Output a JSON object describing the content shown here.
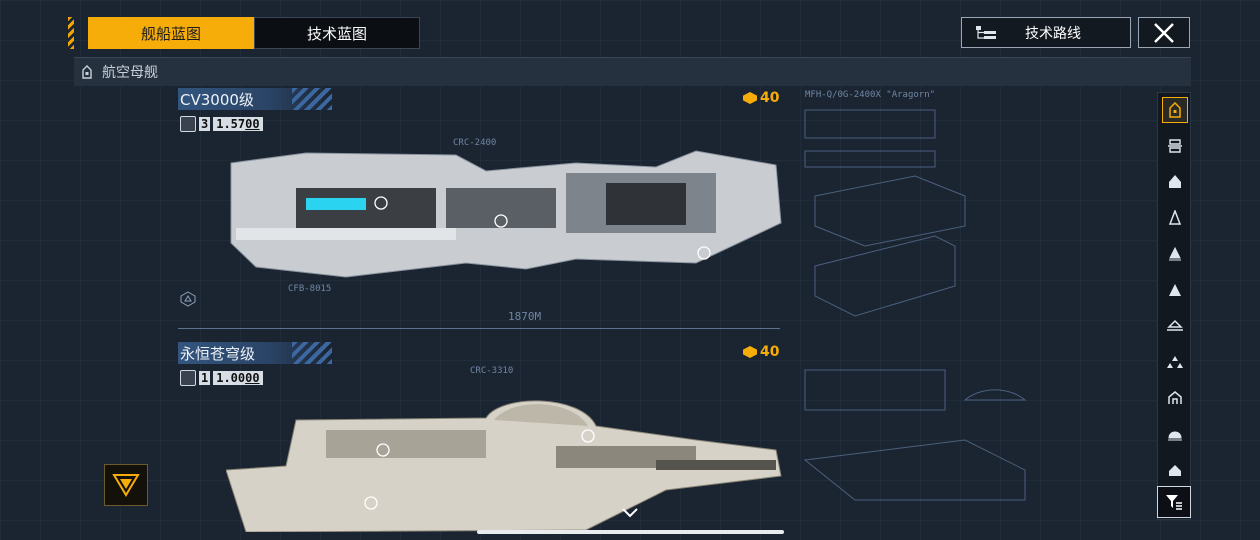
{
  "tabs": {
    "ship_blueprint": "舰船蓝图",
    "tech_blueprint": "技术蓝图"
  },
  "tech_route": {
    "label": "技术路线"
  },
  "category": {
    "label": "航空母舰"
  },
  "ships": [
    {
      "name": "CV3000级",
      "level": "3",
      "ratio": "1.57",
      "ratio_suffix": "00",
      "cost": "40",
      "annotations": {
        "top": "CRC-2400",
        "bottom": "CFB-8015",
        "length": "1870M",
        "right_head": "MFH-Q/0G-2400X \"Aragorn\""
      }
    },
    {
      "name": "永恒苍穹级",
      "level": "1",
      "ratio": "1.00",
      "ratio_suffix": "00",
      "cost": "40",
      "annotations": {
        "top": "CRC-3310"
      }
    }
  ],
  "colors": {
    "accent": "#f6ad09",
    "background": "#1b2532",
    "title_blue": "#33557e",
    "hologram_cyan": "#2ad3f0"
  },
  "sidebar_icons": [
    "carrier-icon",
    "battlecruiser-icon",
    "cruiser-icon",
    "destroyer-icon",
    "frigate-icon",
    "corvette-icon",
    "support-icon",
    "fighter-icon",
    "station-icon",
    "module-icon",
    "misc-icon"
  ]
}
